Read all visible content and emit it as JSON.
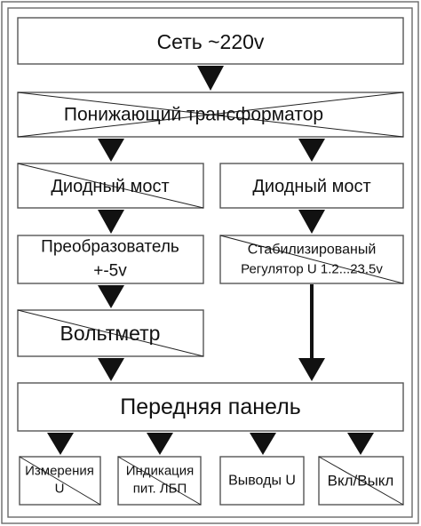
{
  "blocks": {
    "mains": "Сеть ~220v",
    "transformer": "Понижающий трансформатор",
    "bridge_left": "Диодный мост",
    "bridge_right": "Диодный мост",
    "converter_line1": "Преобразователь",
    "converter_line2": "+-5v",
    "regulator_line1": "Стабилизированый",
    "regulator_line2": "Регулятор U 1.2...23.5v",
    "voltmeter": "Вольтметр",
    "front_panel": "Передняя панель",
    "measure_line1": "Измерения",
    "measure_line2": "U",
    "indication_line1": "Индикация",
    "indication_line2": "пит. ЛБП",
    "outputs": "Выводы U",
    "power_switch": "Вкл/Выкл"
  }
}
